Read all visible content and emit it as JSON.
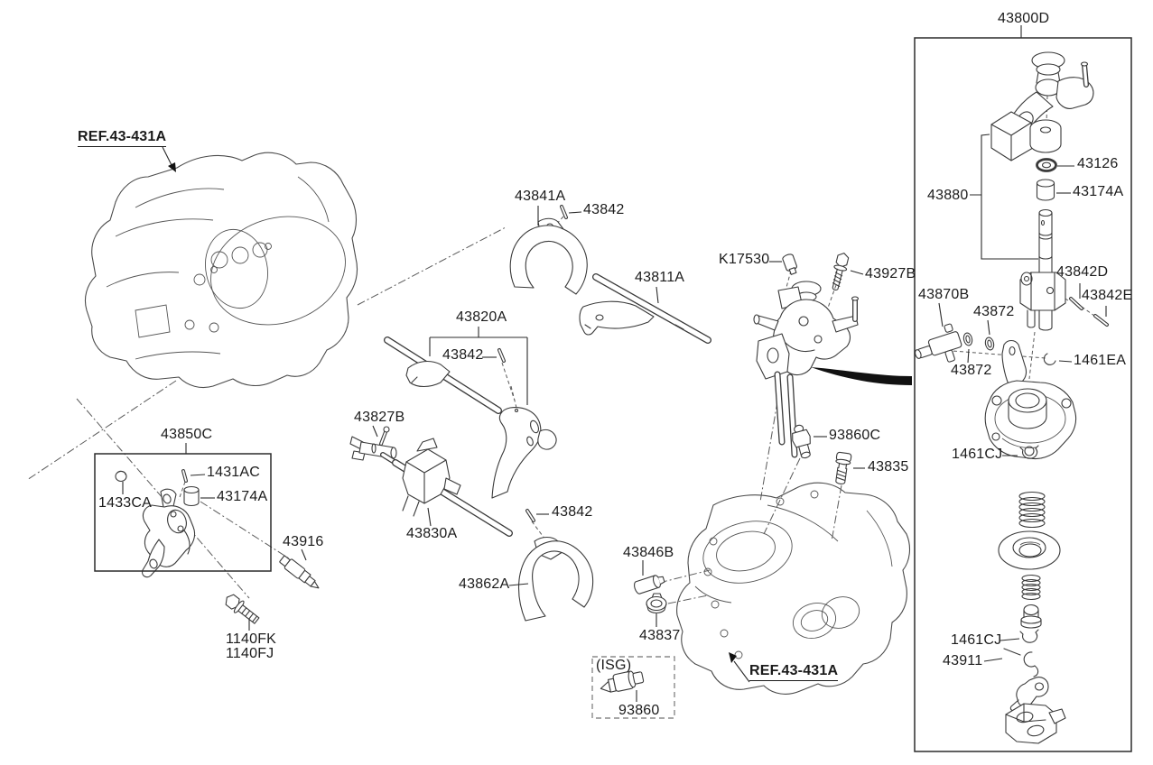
{
  "colors": {
    "background": "#ffffff",
    "line": "#3a3a3a",
    "text": "#1b1b1b",
    "swoosh_arrow": "#111111"
  },
  "labels": {
    "ref_top": "REF.43-431A",
    "ref_bottom": "REF.43-431A",
    "p43800D": "43800D",
    "p43841A": "43841A",
    "p43842_top": "43842",
    "p43811A": "43811A",
    "pK17530": "K17530",
    "p43927B": "43927B",
    "p43126": "43126",
    "p43174A_right": "43174A",
    "p43880": "43880",
    "p43842D": "43842D",
    "p43842E": "43842E",
    "p43870B": "43870B",
    "p43872_upper": "43872",
    "p43872_lower": "43872",
    "p1461EA": "1461EA",
    "p43820A": "43820A",
    "p43842_mid": "43842",
    "p43827B": "43827B",
    "p43850C": "43850C",
    "p1431AC": "1431AC",
    "p1433CA": "1433CA",
    "p43174A_left": "43174A",
    "p43916": "43916",
    "p1140FK": "1140FK",
    "p1140FJ": "1140FJ",
    "p43830A": "43830A",
    "p43842_lower": "43842",
    "p43862A": "43862A",
    "p93860C": "93860C",
    "p43835": "43835",
    "p43846B": "43846B",
    "p43837": "43837",
    "p_isg": "(ISG)",
    "p93860": "93860",
    "p1461CJ_upper": "1461CJ",
    "p1461CJ_lower": "1461CJ",
    "p43911": "43911"
  }
}
